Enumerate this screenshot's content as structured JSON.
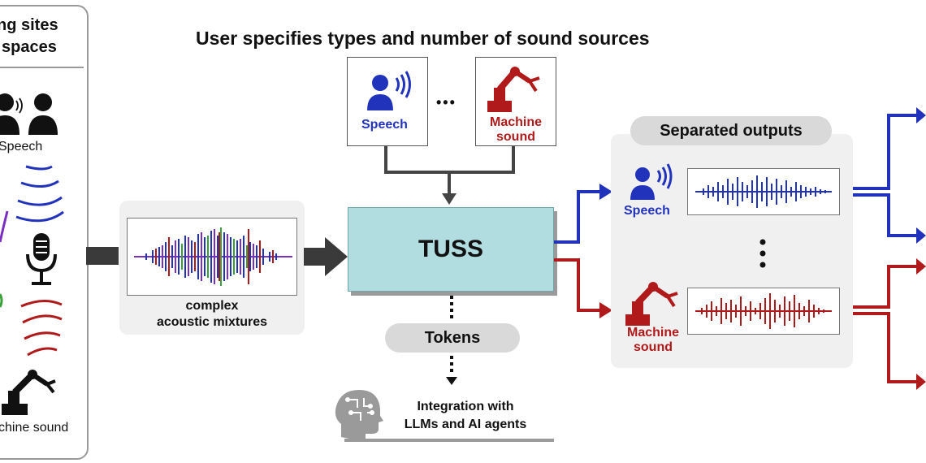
{
  "header": {
    "title": "User specifies types and number of sound sources"
  },
  "left_panel": {
    "title_line1": "ng sites",
    "title_line2": "spaces",
    "speech_label": "Speech",
    "machine_label": "chine sound"
  },
  "selectors": {
    "speech_label": "Speech",
    "ellipsis": "•••",
    "machine_label_line1": "Machine",
    "machine_label_line2": "sound"
  },
  "mixture": {
    "caption_line1": "complex",
    "caption_line2": "acoustic mixtures"
  },
  "model": {
    "name": "TUSS"
  },
  "tokens": {
    "label": "Tokens"
  },
  "integration": {
    "line1": "Integration with",
    "line2": "LLMs and AI agents"
  },
  "outputs": {
    "title": "Separated outputs",
    "speech_label": "Speech",
    "machine_label_line1": "Machine",
    "machine_label_line2": "sound"
  },
  "colors": {
    "speech_blue": "#2233bb",
    "machine_red": "#b01a1a",
    "tuss_fill": "#b2dde0",
    "arrow_gray": "#3a3a3a",
    "pill_gray": "#d9d9d9"
  },
  "icons": [
    "person-icon",
    "sound-wave-icon",
    "microphone-icon",
    "robot-arm-icon",
    "brain-head-icon",
    "waveform-icon",
    "arrow-icon"
  ]
}
